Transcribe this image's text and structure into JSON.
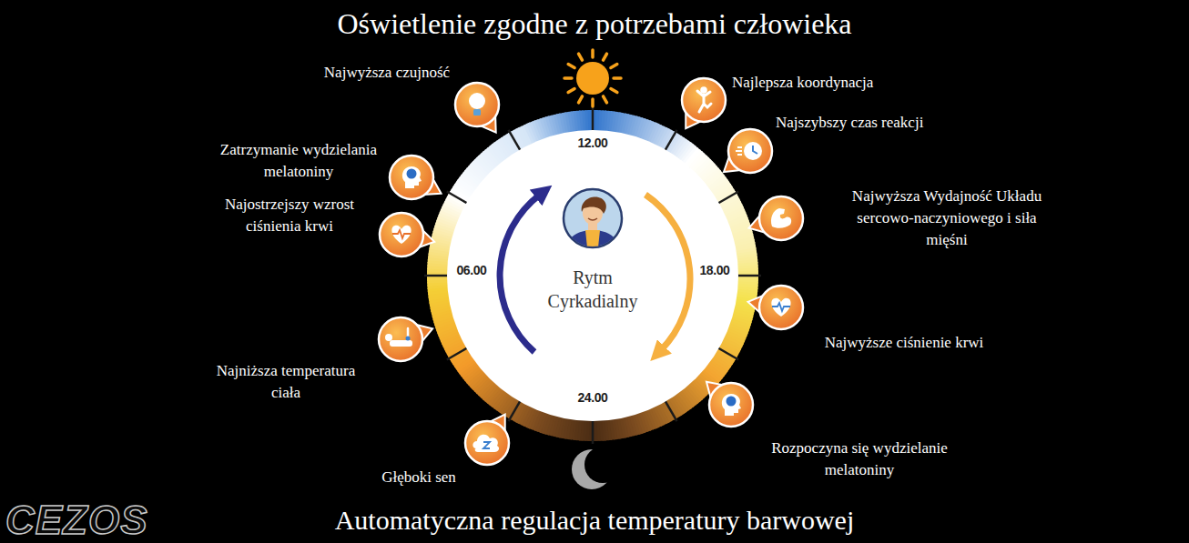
{
  "diagram": {
    "title": "Oświetlenie zgodne z potrzebami człowieka",
    "caption": "Automatyczna regulacja temperatury barwowej",
    "nodes": [
      {
        "text": [
          "Rytm Cyrkadialny"
        ]
      }
    ],
    "labels": [
      "Najwyższa czujność",
      "Najlepsza koordynacja",
      "Najszybszy czas reakcji",
      "12.00",
      "Zatrzymanie wydzielania melatoniny",
      "Najwyższa Wydajność Układu sercowo-naczyniowego i siła mięśni",
      "Najostrzejszy wzrost ciśnienia krwi",
      "06.00",
      "18.00",
      "Najwyższe ciśnienie krwi",
      "Najniższa temperatura ciała",
      "24.00",
      "Rozpoczyna się wydzielanie melatoniny",
      "Głęboki sen",
      "CEZOS"
    ]
  }
}
